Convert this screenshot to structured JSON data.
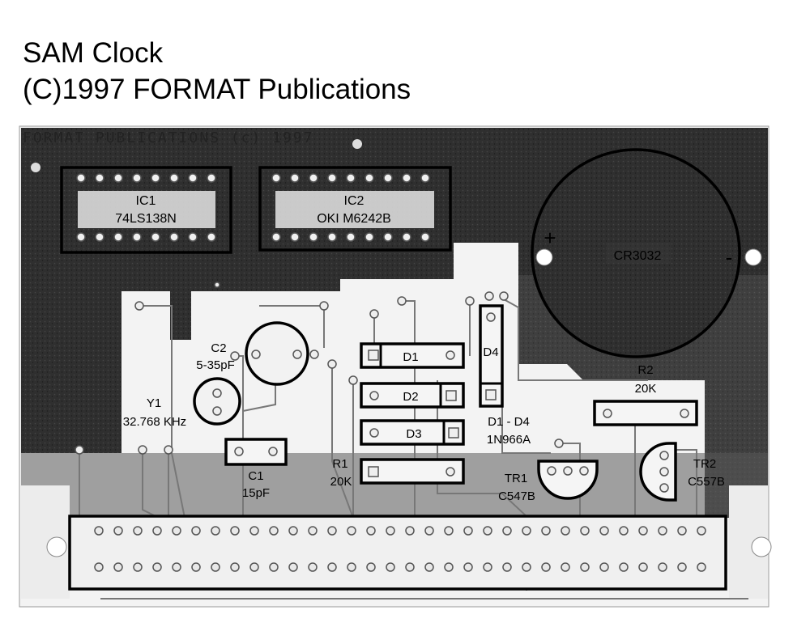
{
  "title": {
    "line1": "SAM Clock",
    "line2": "(C)1997 FORMAT Publications"
  },
  "board": {
    "silkscreen": "FORMAT PUBLICATIONS (c) 1997"
  },
  "components": {
    "ic1": {
      "ref": "IC1",
      "value": "74LS138N"
    },
    "ic2": {
      "ref": "IC2",
      "value": "OKI M6242B"
    },
    "battery": {
      "value": "CR3032",
      "plus": "+",
      "minus": "-"
    },
    "c2": {
      "ref": "C2",
      "value": "5-35pF"
    },
    "y1": {
      "ref": "Y1",
      "value": "32.768 KHz"
    },
    "c1": {
      "ref": "C1",
      "value": "15pF"
    },
    "d1": {
      "ref": "D1"
    },
    "d2": {
      "ref": "D2"
    },
    "d3": {
      "ref": "D3"
    },
    "d4": {
      "ref": "D4"
    },
    "diodes": {
      "ref": "D1 - D4",
      "value": "1N966A"
    },
    "r1": {
      "ref": "R1",
      "value": "20K"
    },
    "r2": {
      "ref": "R2",
      "value": "20K"
    },
    "tr1": {
      "ref": "TR1",
      "value": "C547B"
    },
    "tr2": {
      "ref": "TR2",
      "value": "C557B"
    }
  },
  "colors": {
    "board_dark": "#2c2c2c",
    "copper": "#e2e2e2",
    "outline": "#000000"
  }
}
